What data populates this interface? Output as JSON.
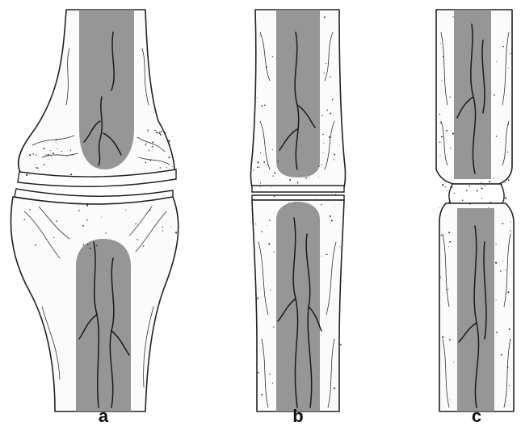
{
  "figure": {
    "panels": [
      {
        "id": "a",
        "label": "a"
      },
      {
        "id": "b",
        "label": "b"
      },
      {
        "id": "c",
        "label": "c"
      }
    ],
    "colors": {
      "marrow": "#8d8d8d",
      "outline": "#222222",
      "vessels": "#1a1a1a",
      "background": "#ffffff"
    }
  }
}
